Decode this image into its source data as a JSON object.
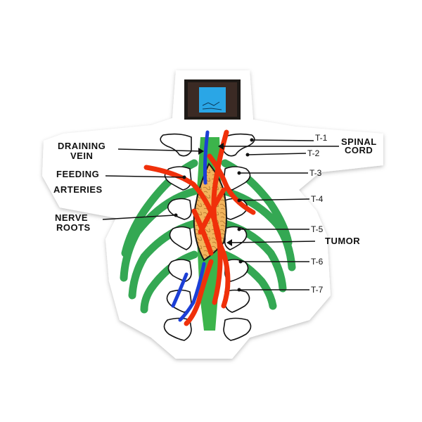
{
  "colors": {
    "sticker_border": "#ffffff",
    "nerve": "#34a853",
    "artery": "#f0300a",
    "vein": "#1c3fd6",
    "tumor": "#f2b45c",
    "tumor_outline": "#1a1a1a",
    "spinal_cord": "#3cb44b",
    "ink": "#111111"
  },
  "labels": {
    "draining_vein": [
      "DRAINING",
      "VEIN"
    ],
    "feeding_arteries": [
      "FEEDING",
      "ARTERIES"
    ],
    "nerve_roots": [
      "NERVE",
      "ROOTS"
    ],
    "spinal_cord": [
      "SPINAL",
      "CORD"
    ],
    "tumor": "TUMOR"
  },
  "vertebrae": [
    "T-1",
    "T-2",
    "T-3",
    "T-4",
    "T-5",
    "T-6",
    "T-7"
  ],
  "icons": {
    "thumbnail": "photo-thumbnail-icon"
  }
}
